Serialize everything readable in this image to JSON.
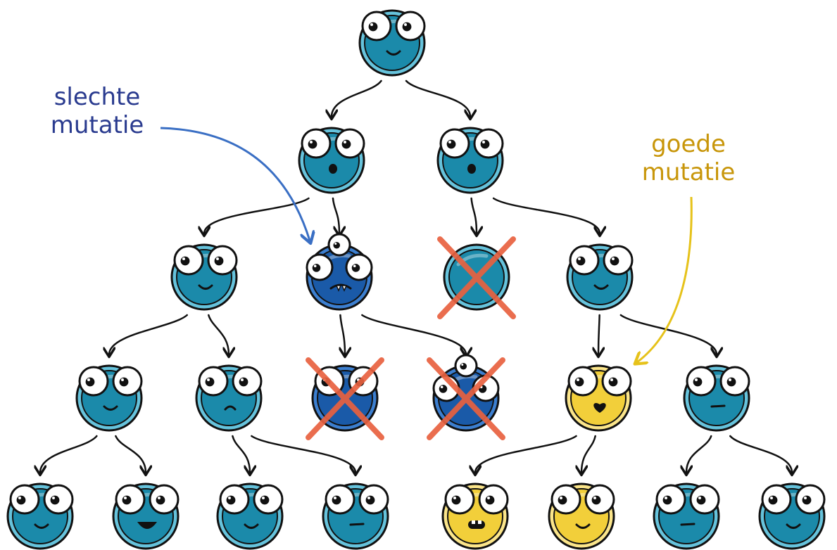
{
  "labels": {
    "bad_mutation": {
      "line1": "slechte",
      "line2": "mutatie"
    },
    "good_mutation": {
      "line1": "goede",
      "line2": "mutatie"
    }
  },
  "colors": {
    "blue_body": "#1b8aaa",
    "blue_ring": "#66c3dc",
    "dark_blue_body": "#1a5aa8",
    "yellow_body": "#f2cf3a",
    "outline": "#111111",
    "cross": "#e8613f",
    "bad_label": "#2a3b8f",
    "bad_arrow": "#3a6fc4",
    "good_label": "#c8960a",
    "good_arrow": "#e6c21a"
  },
  "creatures": [
    {
      "id": "g0",
      "generation": 0,
      "color": "blue",
      "eyes": 2,
      "mouth": "smile",
      "eliminated": false
    },
    {
      "id": "g1a",
      "generation": 1,
      "color": "blue",
      "eyes": 2,
      "mouth": "o",
      "eliminated": false
    },
    {
      "id": "g1b",
      "generation": 1,
      "color": "blue",
      "eyes": 2,
      "mouth": "o",
      "eliminated": false
    },
    {
      "id": "g2a",
      "generation": 2,
      "color": "blue",
      "eyes": 2,
      "mouth": "smile",
      "eliminated": false
    },
    {
      "id": "g2b",
      "generation": 2,
      "color": "dark-blue",
      "eyes": 3,
      "mouth": "fangs",
      "eliminated": false,
      "mutation": "bad"
    },
    {
      "id": "g2c",
      "generation": 2,
      "color": "blue",
      "eyes": 0,
      "mouth": "none",
      "eliminated": true
    },
    {
      "id": "g2d",
      "generation": 2,
      "color": "blue",
      "eyes": 2,
      "mouth": "smile",
      "eliminated": false
    },
    {
      "id": "g3a",
      "generation": 3,
      "color": "blue",
      "eyes": 2,
      "mouth": "smile",
      "eliminated": false
    },
    {
      "id": "g3b",
      "generation": 3,
      "color": "blue",
      "eyes": 2,
      "mouth": "frown",
      "eliminated": false
    },
    {
      "id": "g3c",
      "generation": 3,
      "color": "dark-blue",
      "eyes": 2,
      "mouth": "none",
      "eliminated": true
    },
    {
      "id": "g3d",
      "generation": 3,
      "color": "dark-blue",
      "eyes": 3,
      "mouth": "none",
      "eliminated": true
    },
    {
      "id": "g3e",
      "generation": 3,
      "color": "yellow",
      "eyes": 2,
      "mouth": "heart",
      "eliminated": false,
      "mutation": "good"
    },
    {
      "id": "g3f",
      "generation": 3,
      "color": "blue",
      "eyes": 2,
      "mouth": "flat",
      "eliminated": false
    },
    {
      "id": "g4a",
      "generation": 4,
      "color": "blue",
      "eyes": 2,
      "mouth": "smile",
      "eliminated": false
    },
    {
      "id": "g4b",
      "generation": 4,
      "color": "blue",
      "eyes": 2,
      "mouth": "open",
      "eliminated": false
    },
    {
      "id": "g4c",
      "generation": 4,
      "color": "blue",
      "eyes": 2,
      "mouth": "smile",
      "eliminated": false
    },
    {
      "id": "g4d",
      "generation": 4,
      "color": "blue",
      "eyes": 2,
      "mouth": "flat",
      "eliminated": false
    },
    {
      "id": "g4e",
      "generation": 4,
      "color": "yellow",
      "eyes": 2,
      "mouth": "teeth",
      "eliminated": false
    },
    {
      "id": "g4f",
      "generation": 4,
      "color": "yellow",
      "eyes": 2,
      "mouth": "smile",
      "eliminated": false
    },
    {
      "id": "g4g",
      "generation": 4,
      "color": "blue",
      "eyes": 2,
      "mouth": "flat",
      "eliminated": false
    },
    {
      "id": "g4h",
      "generation": 4,
      "color": "blue",
      "eyes": 2,
      "mouth": "smile",
      "eliminated": false
    }
  ],
  "lineage": [
    [
      "g0",
      "g1a"
    ],
    [
      "g0",
      "g1b"
    ],
    [
      "g1a",
      "g2a"
    ],
    [
      "g1a",
      "g2b"
    ],
    [
      "g1b",
      "g2c"
    ],
    [
      "g1b",
      "g2d"
    ],
    [
      "g2a",
      "g3a"
    ],
    [
      "g2a",
      "g3b"
    ],
    [
      "g2b",
      "g3c"
    ],
    [
      "g2b",
      "g3d"
    ],
    [
      "g2d",
      "g3e"
    ],
    [
      "g2d",
      "g3f"
    ],
    [
      "g3a",
      "g4a"
    ],
    [
      "g3a",
      "g4b"
    ],
    [
      "g3b",
      "g4c"
    ],
    [
      "g3b",
      "g4d"
    ],
    [
      "g3e",
      "g4e"
    ],
    [
      "g3e",
      "g4f"
    ],
    [
      "g3f",
      "g4g"
    ],
    [
      "g3f",
      "g4h"
    ]
  ]
}
